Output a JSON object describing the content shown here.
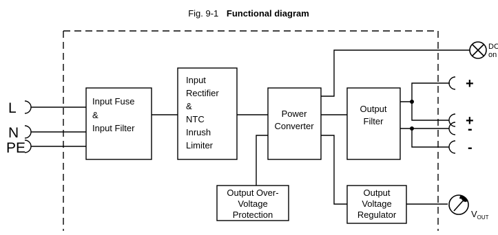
{
  "figure": {
    "number": "Fig. 9-1",
    "title": "Functional diagram"
  },
  "inputs": [
    {
      "label": "L"
    },
    {
      "label": "N"
    },
    {
      "label": "PE"
    }
  ],
  "blocks": {
    "input_fuse": [
      "Input Fuse",
      "&",
      "Input Filter"
    ],
    "rectifier": [
      "Input",
      "Rectifier",
      "&",
      "NTC",
      "Inrush",
      "Limiter"
    ],
    "power_converter": [
      "Power",
      "Converter"
    ],
    "output_filter": [
      "Output",
      "Filter"
    ],
    "ovp": [
      "Output Over-",
      "Voltage",
      "Protection"
    ],
    "regulator": [
      "Output",
      "Voltage",
      "Regulator"
    ]
  },
  "outputs": [
    {
      "label": "+"
    },
    {
      "label": "+"
    },
    {
      "label": "-"
    },
    {
      "label": "-"
    }
  ],
  "indicator": {
    "line1": "DC",
    "line2": "on",
    "icon": "lamp-icon"
  },
  "vout": {
    "main": "V",
    "sub": "OUT",
    "icon": "potentiometer-icon"
  }
}
